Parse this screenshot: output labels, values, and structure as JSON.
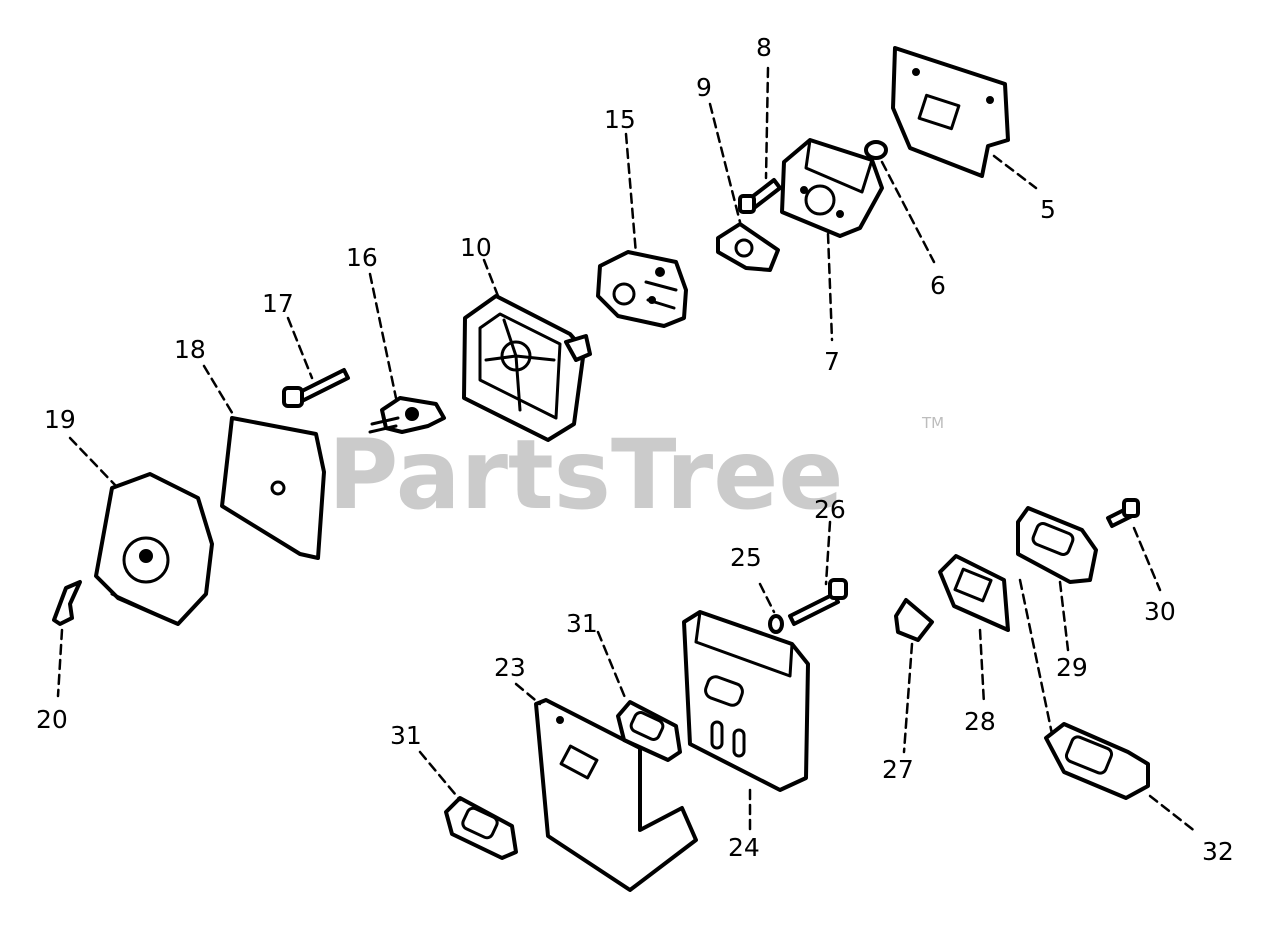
{
  "watermark": {
    "text": "PartsTree",
    "trademark": "TM"
  },
  "callouts": {
    "c5": "5",
    "c6": "6",
    "c7": "7",
    "c8": "8",
    "c9": "9",
    "c10": "10",
    "c15": "15",
    "c16": "16",
    "c17": "17",
    "c18": "18",
    "c19": "19",
    "c20": "20",
    "c23": "23",
    "c24": "24",
    "c25": "25",
    "c26": "26",
    "c27": "27",
    "c28": "28",
    "c29": "29",
    "c30": "30",
    "c31a": "31",
    "c31b": "31",
    "c32": "32"
  }
}
